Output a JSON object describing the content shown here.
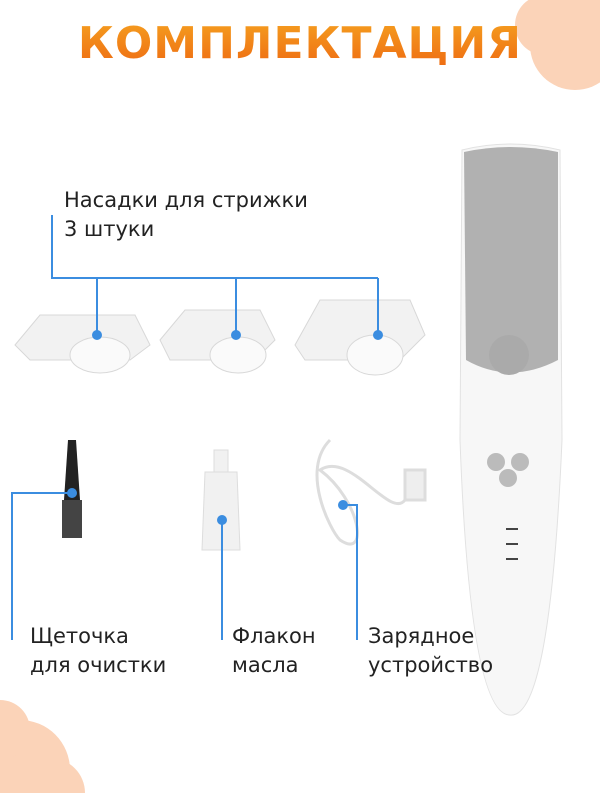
{
  "title": "КОМПЛЕКТАЦИЯ",
  "items": [
    {
      "line1": "Насадки для стрижки",
      "line2": "3 штуки"
    },
    {
      "line1": "Щеточка",
      "line2": "для очистки"
    },
    {
      "line1": "Флакон",
      "line2": "масла"
    },
    {
      "line1": "Зарядное",
      "line2": "устройство"
    }
  ],
  "colors": {
    "accent_orange": "#f08a24",
    "line_blue": "#3b8de0",
    "blob": "#fbd3b8"
  }
}
